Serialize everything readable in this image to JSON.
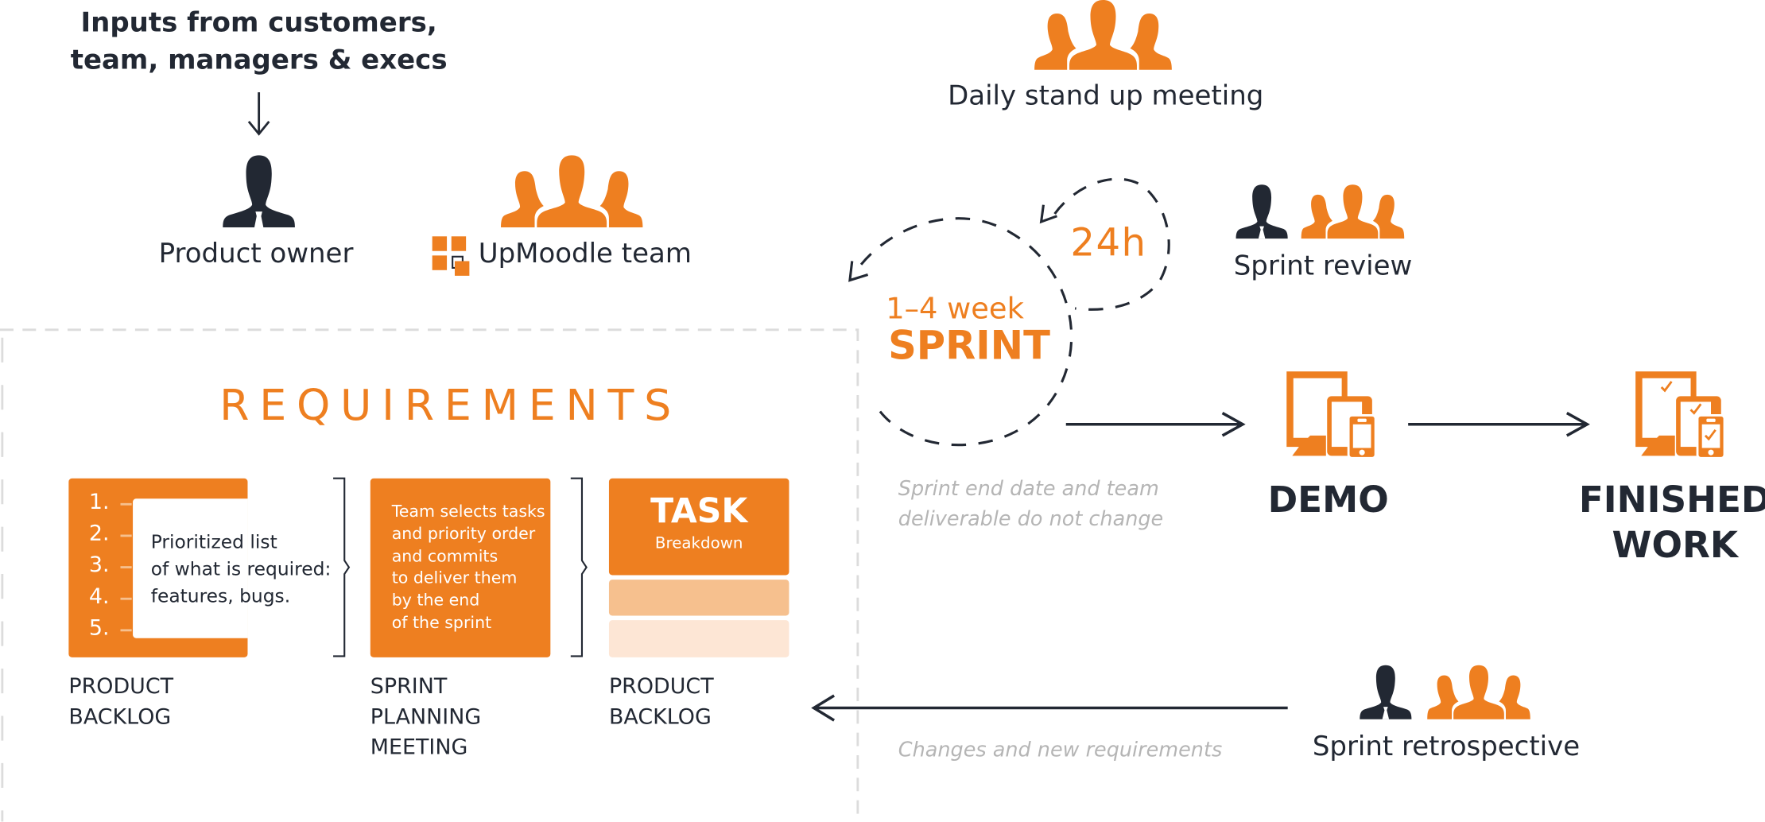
{
  "colors": {
    "orange": "#EE7F20",
    "dark": "#222833",
    "gray_text": "#B5B5B5",
    "orange_light": "#F6C08E",
    "orange_lighter": "#FDE6D5",
    "dashed_border": "#DCDCDC"
  },
  "inputs": {
    "title_line1": "Inputs from customers,",
    "title_line2": "team, managers & execs",
    "arrow_icon": "arrow-down-icon"
  },
  "roles": {
    "product_owner": {
      "label": "Product owner",
      "icon": "person-tie-icon"
    },
    "team": {
      "label": "UpMoodle team",
      "icon": "group-icon",
      "logo_icon": "upmoodle-logo-icon"
    }
  },
  "requirements": {
    "title": "REQUIREMENTS",
    "backlog": {
      "numbers": [
        "1.",
        "2.",
        "3.",
        "4.",
        "5."
      ],
      "description_line1": "Prioritized list",
      "description_line2": "of what is required:",
      "description_line3": "features, bugs.",
      "label_line1": "PRODUCT",
      "label_line2": "BACKLOG"
    },
    "planning": {
      "lines": [
        "Team selects tasks",
        "and priority order",
        "and commits",
        "to deliver them",
        "by the end",
        "of the sprint"
      ],
      "label_line1": "SPRINT",
      "label_line2": "PLANNING",
      "label_line3": "MEETING"
    },
    "task": {
      "title": "TASK",
      "subtitle": "Breakdown",
      "label_line1": "PRODUCT",
      "label_line2": "BACKLOG"
    }
  },
  "standup": {
    "label": "Daily stand up meeting",
    "icon": "group-icon"
  },
  "sprint": {
    "daily_cycle": "24h",
    "duration": "1–4 week",
    "title": "SPRINT",
    "note_line1": "Sprint end date and team",
    "note_line2": "deliverable do not change"
  },
  "review": {
    "label": "Sprint review"
  },
  "demo": {
    "label": "DEMO",
    "icon": "devices-icon"
  },
  "finished": {
    "label_line1": "FINISHED",
    "label_line2": "WORK",
    "icon": "devices-checked-icon"
  },
  "retrospective": {
    "label": "Sprint retrospective",
    "note": "Changes and new requirements"
  }
}
